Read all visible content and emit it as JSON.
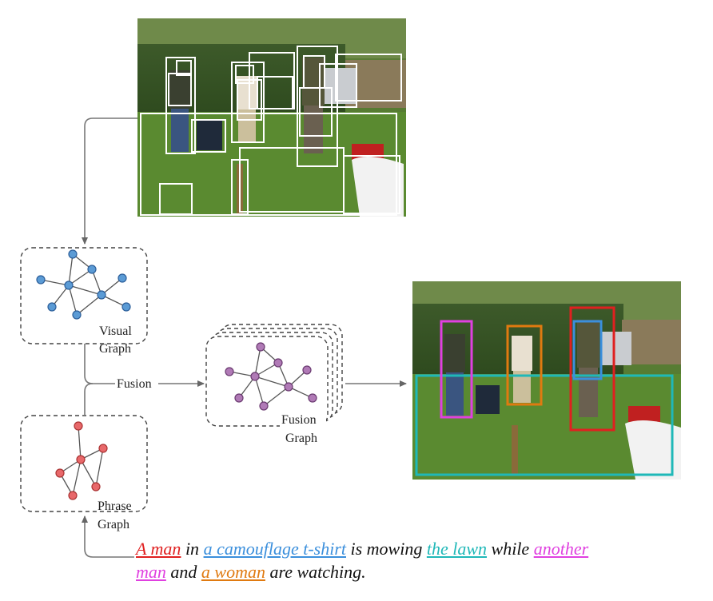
{
  "graphs": {
    "visual_label_1": "Visual",
    "visual_label_2": "Graph",
    "phrase_label_1": "Phrase",
    "phrase_label_2": "Graph",
    "fusion_label_1": "Fusion",
    "fusion_label_2": "Graph",
    "fusion_arrow_label": "Fusion"
  },
  "caption": {
    "seg1": "A man",
    "seg2": " in ",
    "seg3": "a camouflage t-shirt",
    "seg4": " is mowing ",
    "seg5": "the lawn",
    "seg6": " while ",
    "seg7": "another",
    "seg8": "man",
    "seg9": " and ",
    "seg10": "a woman",
    "seg11": " are watching."
  },
  "colors": {
    "visual_node": "#5b9bd5",
    "phrase_node": "#e8686a",
    "fusion_node": "#b07ab6",
    "red_phrase": "#e02020",
    "blue_phrase": "#3b8fdc",
    "teal_phrase": "#1fb8b8",
    "magenta_phrase": "#e040e0",
    "orange_phrase": "#e07a10"
  }
}
